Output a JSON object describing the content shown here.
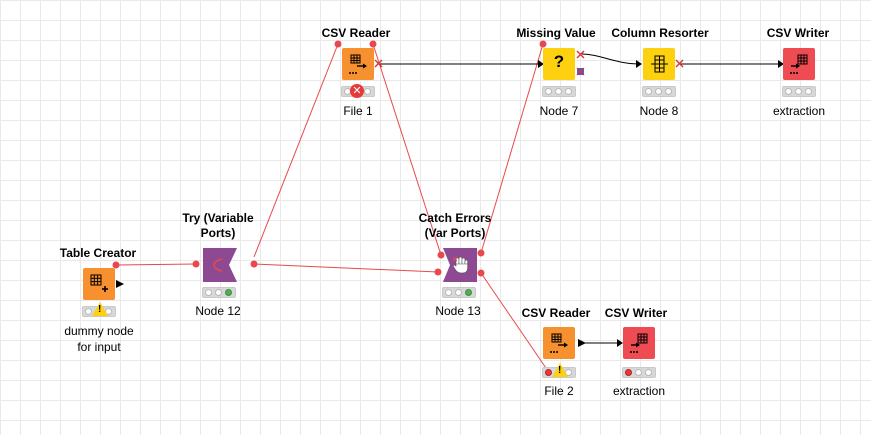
{
  "colors": {
    "source": "#f7902e",
    "sink": "#ef4b52",
    "manipulator": "#fdd010",
    "flow_control": "#8d4a92",
    "wire_flow_var": "#e8494c",
    "wire_data": "#000000",
    "status_ok": "#4caf50",
    "status_error": "#e63a3a"
  },
  "nodes": {
    "csv_reader_1": {
      "title": "CSV Reader",
      "label": "File 1",
      "status": "error"
    },
    "missing_value": {
      "title": "Missing Value",
      "label": "Node 7",
      "status": "idle"
    },
    "column_resorter": {
      "title": "Column Resorter",
      "label": "Node 8",
      "status": "idle"
    },
    "csv_writer_1": {
      "title": "CSV Writer",
      "label": "extraction",
      "status": "idle"
    },
    "table_creator": {
      "title": "Table Creator",
      "label_line1": "dummy node",
      "label_line2": "for input",
      "status": "warning"
    },
    "try_node": {
      "title_line1": "Try (Variable",
      "title_line2": "Ports)",
      "label": "Node 12",
      "status": "executed"
    },
    "catch_errors": {
      "title_line1": "Catch Errors",
      "title_line2": "(Var Ports)",
      "label": "Node 13",
      "status": "executed"
    },
    "csv_reader_2": {
      "title": "CSV Reader",
      "label": "File 2",
      "status": "warning"
    },
    "csv_writer_2": {
      "title": "CSV Writer",
      "label": "extraction",
      "status": "red"
    }
  },
  "icons": {
    "csv_reader": "table-arrow-icon",
    "missing_value": "question-mark-icon",
    "column_resorter": "column-shift-icon",
    "csv_writer": "table-export-icon",
    "table_creator": "table-plus-icon",
    "try": "try-bracket-icon",
    "catch": "catch-hand-icon",
    "error": "error-x-icon",
    "warning": "warning-exclamation-icon"
  }
}
